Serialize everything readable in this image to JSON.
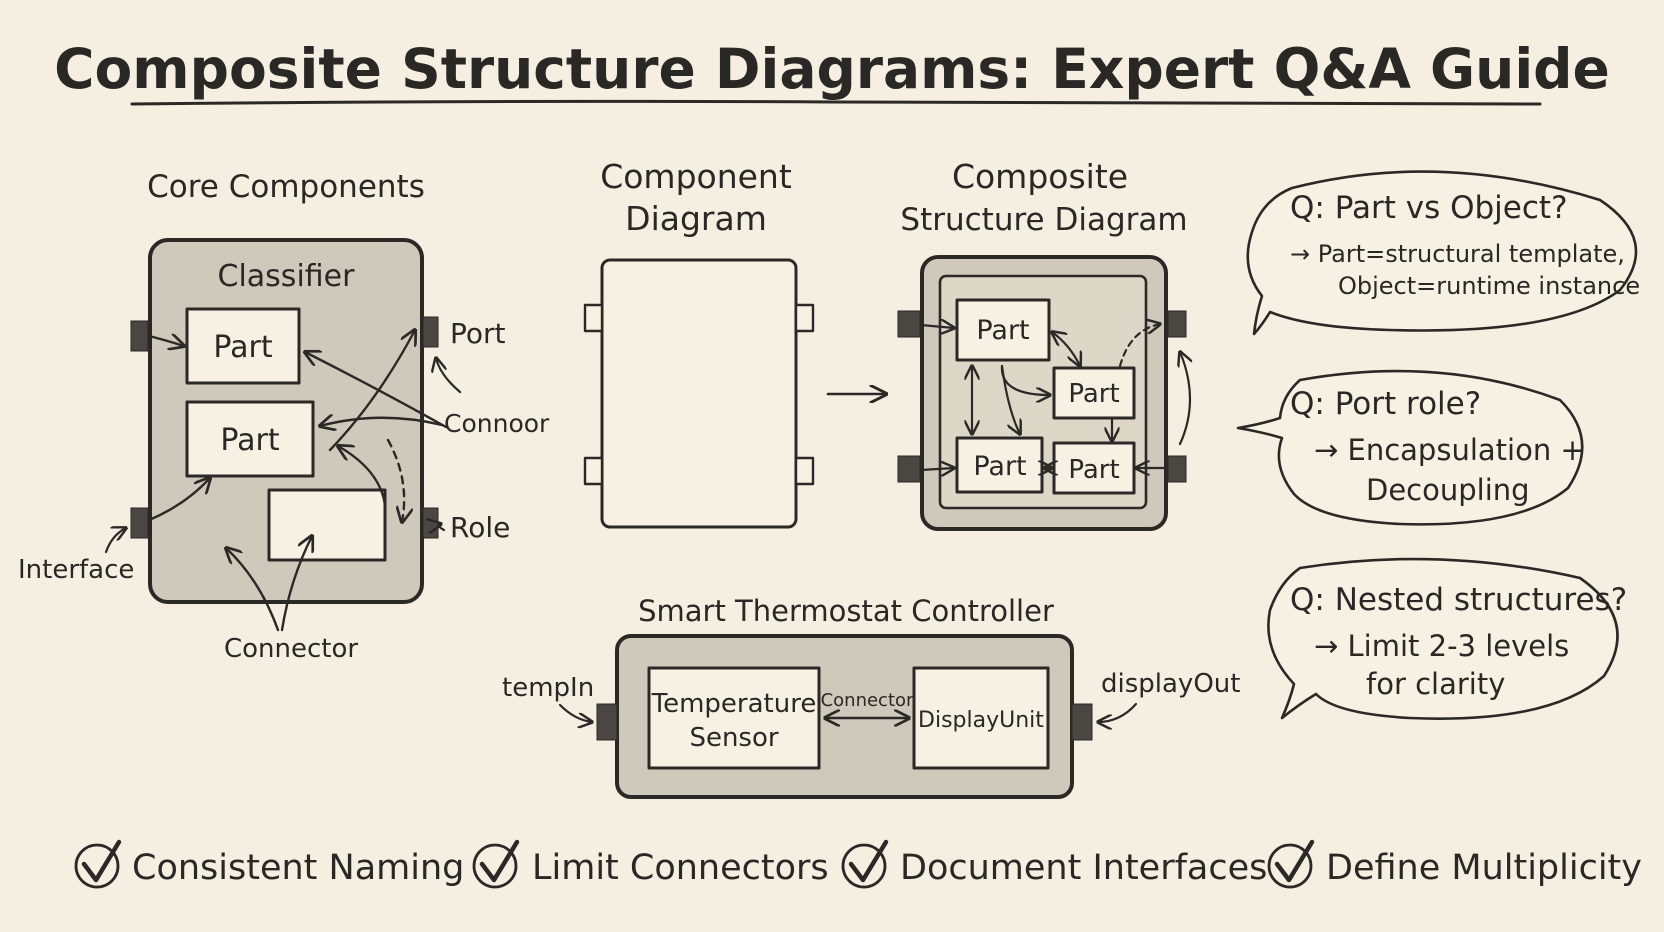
{
  "title": "Composite Structure Diagrams: Expert Q&A Guide",
  "core": {
    "heading": "Core Components",
    "classifier": "Classifier",
    "part1": "Part",
    "part2": "Part",
    "port": "Port",
    "connector_right": "Connoor",
    "role": "Role",
    "interface": "Interface",
    "connector_bottom": "Connector"
  },
  "component_diagram": {
    "line1": "Component",
    "line2": "Diagram"
  },
  "composite_diagram": {
    "line1": "Composite",
    "line2": "Structure Diagram",
    "parts": [
      "Part",
      "Part",
      "Part",
      "Part"
    ]
  },
  "thermostat": {
    "title": "Smart Thermostat Controller",
    "sensor_line1": "Temperature",
    "sensor_line2": "Sensor",
    "connector": "Connector",
    "display": "DisplayUnit",
    "port_in": "tempIn",
    "port_out": "displayOut"
  },
  "qa": [
    {
      "q": "Q: Part vs Object?",
      "a1": "→ Part=structural template,",
      "a2": "Object=runtime instance"
    },
    {
      "q": "Q: Port role?",
      "a1": "→ Encapsulation +",
      "a2": "Decoupling"
    },
    {
      "q": "Q: Nested structures?",
      "a1": "→ Limit 2-3 levels",
      "a2": "for clarity"
    }
  ],
  "checklist": [
    "Consistent Naming",
    "Limit Connectors",
    "Document Interfaces",
    "Define Multiplicity"
  ]
}
